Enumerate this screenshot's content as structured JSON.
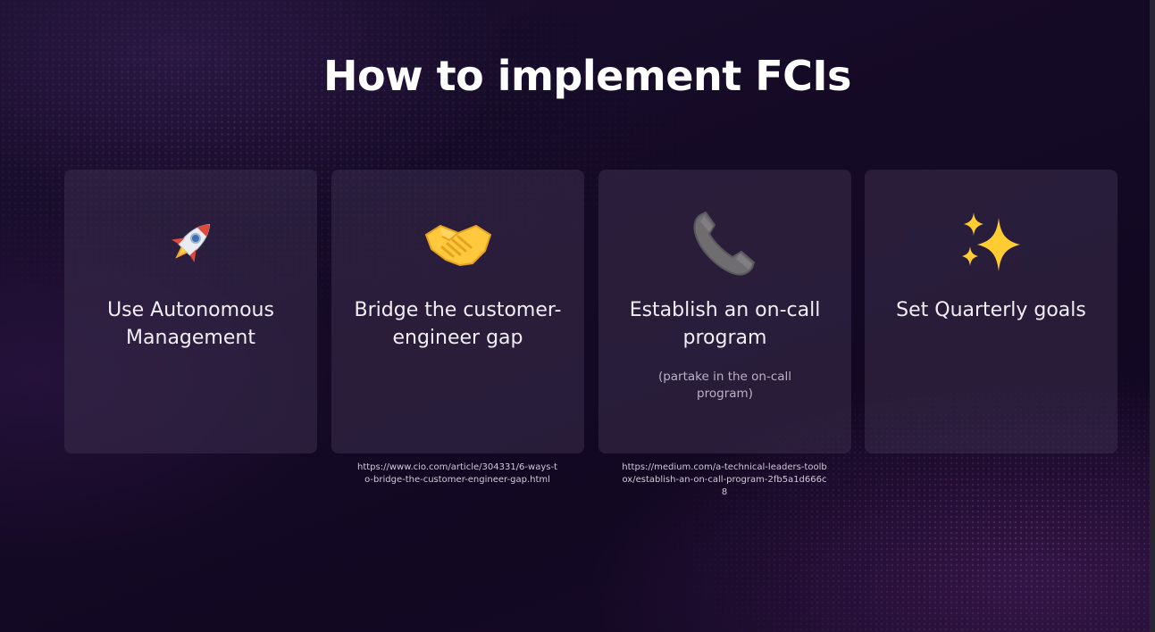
{
  "slide": {
    "title": "How to implement FCIs"
  },
  "cards": [
    {
      "icon": "rocket-icon",
      "label": "Use Autonomous Management"
    },
    {
      "icon": "handshake-icon",
      "label": "Bridge the customer-engineer gap",
      "link": "https://www.cio.com/article/304331/6-ways-to-bridge-the-customer-engineer-gap.html"
    },
    {
      "icon": "telephone-icon",
      "label": "Establish an on-call program",
      "note": "(partake in the on-call program)",
      "link": "https://medium.com/a-technical-leaders-toolbox/establish-an-on-call-program-2fb5a1d666c8"
    },
    {
      "icon": "sparkles-icon",
      "label": "Set Quarterly goals"
    }
  ],
  "colors": {
    "background": "#150a26",
    "card": "#3a2e4c",
    "title": "#ffffff",
    "accent": "#b044c8"
  }
}
